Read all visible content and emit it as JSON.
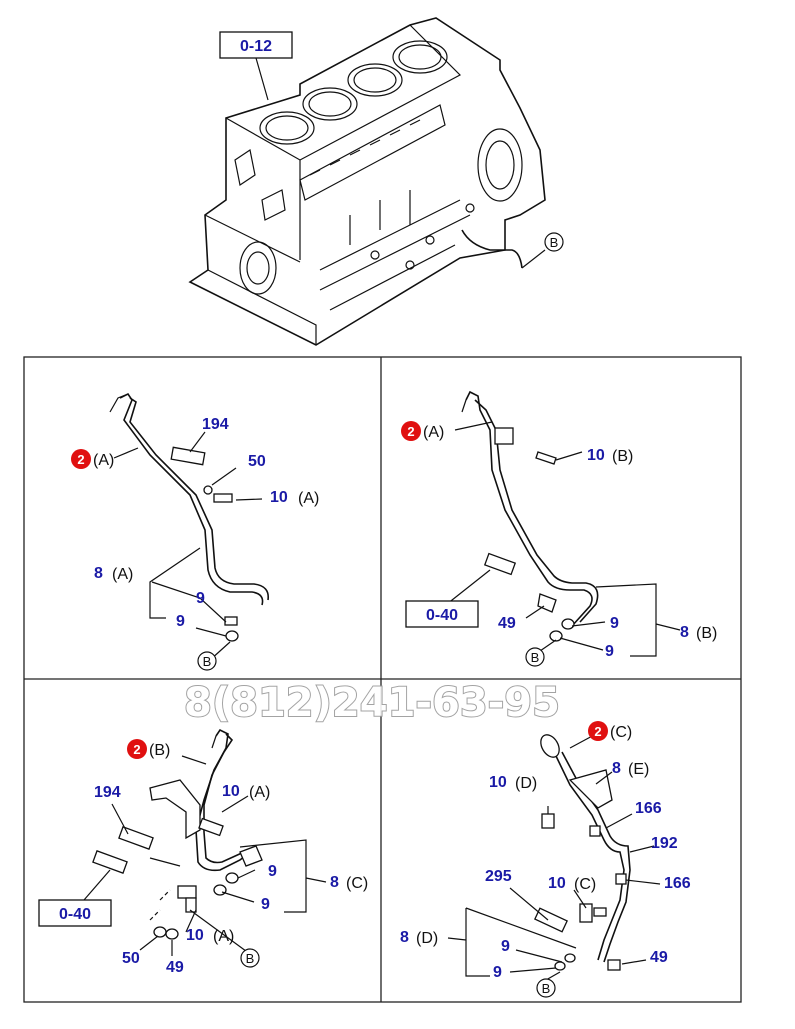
{
  "colors": {
    "label": "#1a1aa6",
    "badge": "#e01010",
    "frame": "#222222",
    "line": "#111111"
  },
  "top": {
    "engine_ref": "0-12",
    "callout": "B"
  },
  "panels": {
    "tl": {
      "badge_num": "2",
      "badge_suffix": "(A)",
      "p194": "194",
      "p50": "50",
      "p10": "10",
      "p10_suffix": "(A)",
      "p8": "8",
      "p8_suffix": "(A)",
      "p9a": "9",
      "p9b": "9",
      "callout": "B"
    },
    "tr": {
      "badge_num": "2",
      "badge_suffix": "(A)",
      "p10": "10",
      "p10_suffix": "(B)",
      "ref": "0-40",
      "p49": "49",
      "p9a": "9",
      "p9b": "9",
      "p8": "8",
      "p8_suffix": "(B)",
      "callout": "B"
    },
    "bl": {
      "badge_num": "2",
      "badge_suffix": "(B)",
      "p194": "194",
      "p10a": "10",
      "p10a_suffix": "(A)",
      "ref": "0-40",
      "p9a": "9",
      "p9b": "9",
      "p8": "8",
      "p8_suffix": "(C)",
      "p10b": "10",
      "p10b_suffix": "(A)",
      "p50": "50",
      "p49": "49",
      "callout": "B"
    },
    "br": {
      "badge_num": "2",
      "badge_suffix": "(C)",
      "p8e": "8",
      "p8e_suffix": "(E)",
      "p10d": "10",
      "p10d_suffix": "(D)",
      "p166a": "166",
      "p192": "192",
      "p295": "295",
      "p10c": "10",
      "p10c_suffix": "(C)",
      "p166b": "166",
      "p8d": "8",
      "p8d_suffix": "(D)",
      "p9a": "9",
      "p9b": "9",
      "p49": "49",
      "callout": "B"
    }
  },
  "watermark": "8(812)241-63-95"
}
